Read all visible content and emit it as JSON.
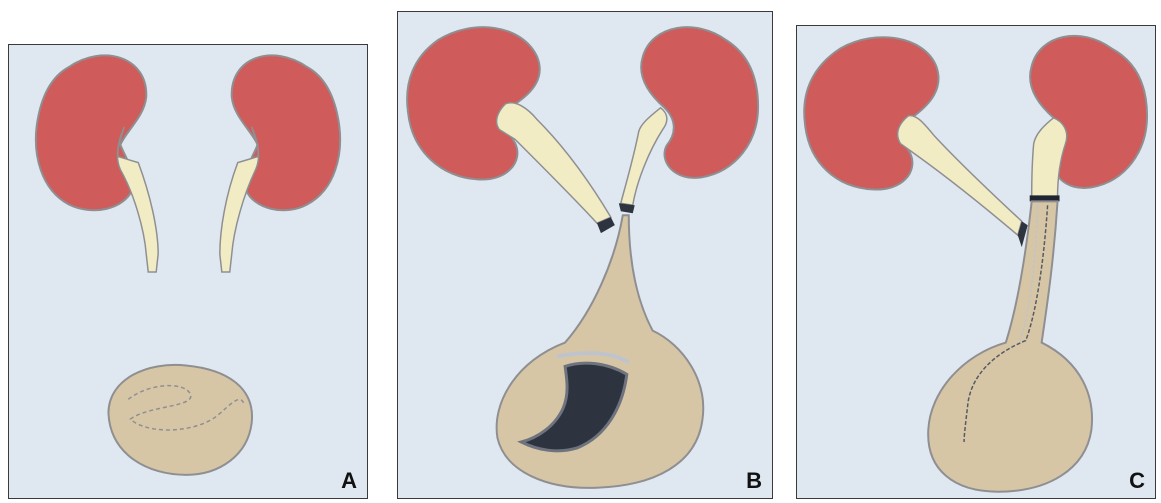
{
  "figure": {
    "panels": [
      {
        "label": "A",
        "structures": [
          "kidney-left",
          "kidney-right",
          "ureter-left",
          "ureter-right",
          "bladder-small"
        ]
      },
      {
        "label": "B",
        "structures": [
          "kidney-left",
          "kidney-right",
          "ureter-left",
          "ureter-right",
          "bladder-flap",
          "dark-patch"
        ]
      },
      {
        "label": "C",
        "structures": [
          "kidney-left",
          "kidney-right",
          "ureter-left",
          "ureter-right",
          "bladder-tube",
          "stent-line"
        ]
      }
    ],
    "colors": {
      "background": "#dfe8f1",
      "kidney": "#cf5b5a",
      "kidney_outline": "#8f8f92",
      "ureter": "#f1ecc4",
      "bladder": "#d6c6a6",
      "dark_tissue": "#2d3440",
      "border": "#3a3a3a"
    }
  }
}
